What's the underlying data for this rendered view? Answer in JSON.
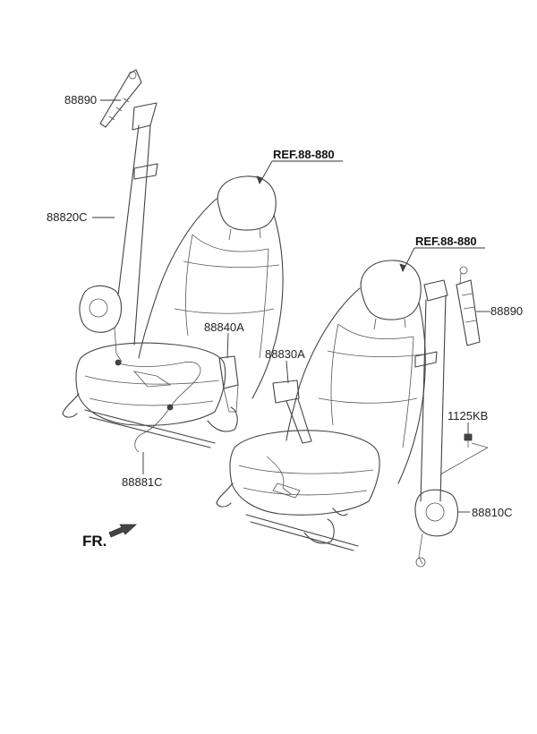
{
  "labels": {
    "upper_anchor_left": "88890",
    "belt_assy_left": "88820C",
    "ref_left": "REF.88-880",
    "ref_right": "REF.88-880",
    "buckle_left": "88840A",
    "buckle_right": "88830A",
    "height_adjuster_right": "88890",
    "bolt_right": "1125KB",
    "retractor_right": "88810C",
    "wiring_left": "88881C",
    "front_indicator": "FR."
  },
  "colors": {
    "line": "#333333",
    "text": "#222222",
    "background": "#ffffff"
  }
}
